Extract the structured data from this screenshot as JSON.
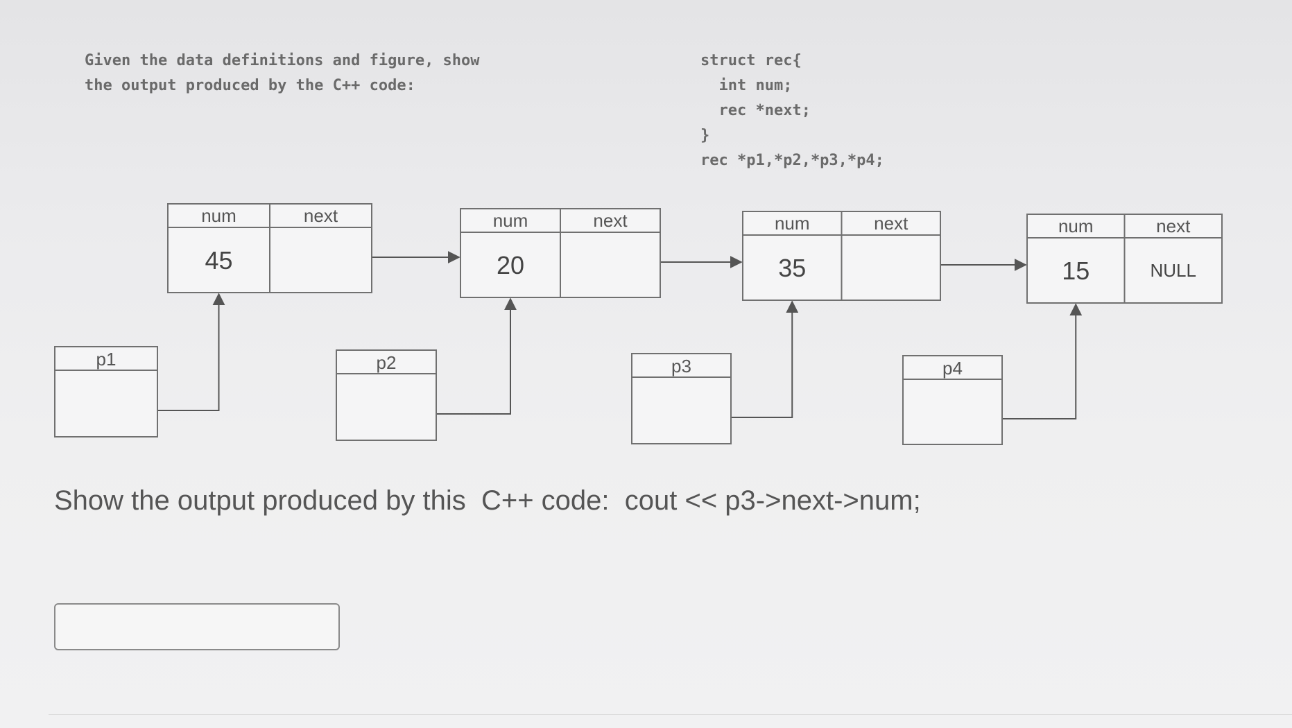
{
  "instructions": {
    "line1": "Given the data definitions and figure, show",
    "line2": "the output produced by the C++ code:"
  },
  "struct_code": {
    "line1": "struct rec{",
    "line2": "  int num;",
    "line3": "  rec *next;",
    "line4": "}",
    "line5": "rec *p1,*p2,*p3,*p4;"
  },
  "nodes": [
    {
      "num_header": "num",
      "next_header": "next",
      "num": "45",
      "next": ""
    },
    {
      "num_header": "num",
      "next_header": "next",
      "num": "20",
      "next": ""
    },
    {
      "num_header": "num",
      "next_header": "next",
      "num": "35",
      "next": ""
    },
    {
      "num_header": "num",
      "next_header": "next",
      "num": "15",
      "next": "NULL"
    }
  ],
  "pointers": [
    {
      "label": "p1",
      "value": ""
    },
    {
      "label": "p2",
      "value": ""
    },
    {
      "label": "p3",
      "value": ""
    },
    {
      "label": "p4",
      "value": ""
    }
  ],
  "question": {
    "text": "Show the output produced by this  C++ code:  cout << p3->next->num;"
  },
  "answer": {
    "value": "",
    "placeholder": ""
  },
  "colors": {
    "background": "#ececee",
    "box_border": "#707070",
    "box_fill": "#f5f5f6",
    "line": "#555555"
  }
}
